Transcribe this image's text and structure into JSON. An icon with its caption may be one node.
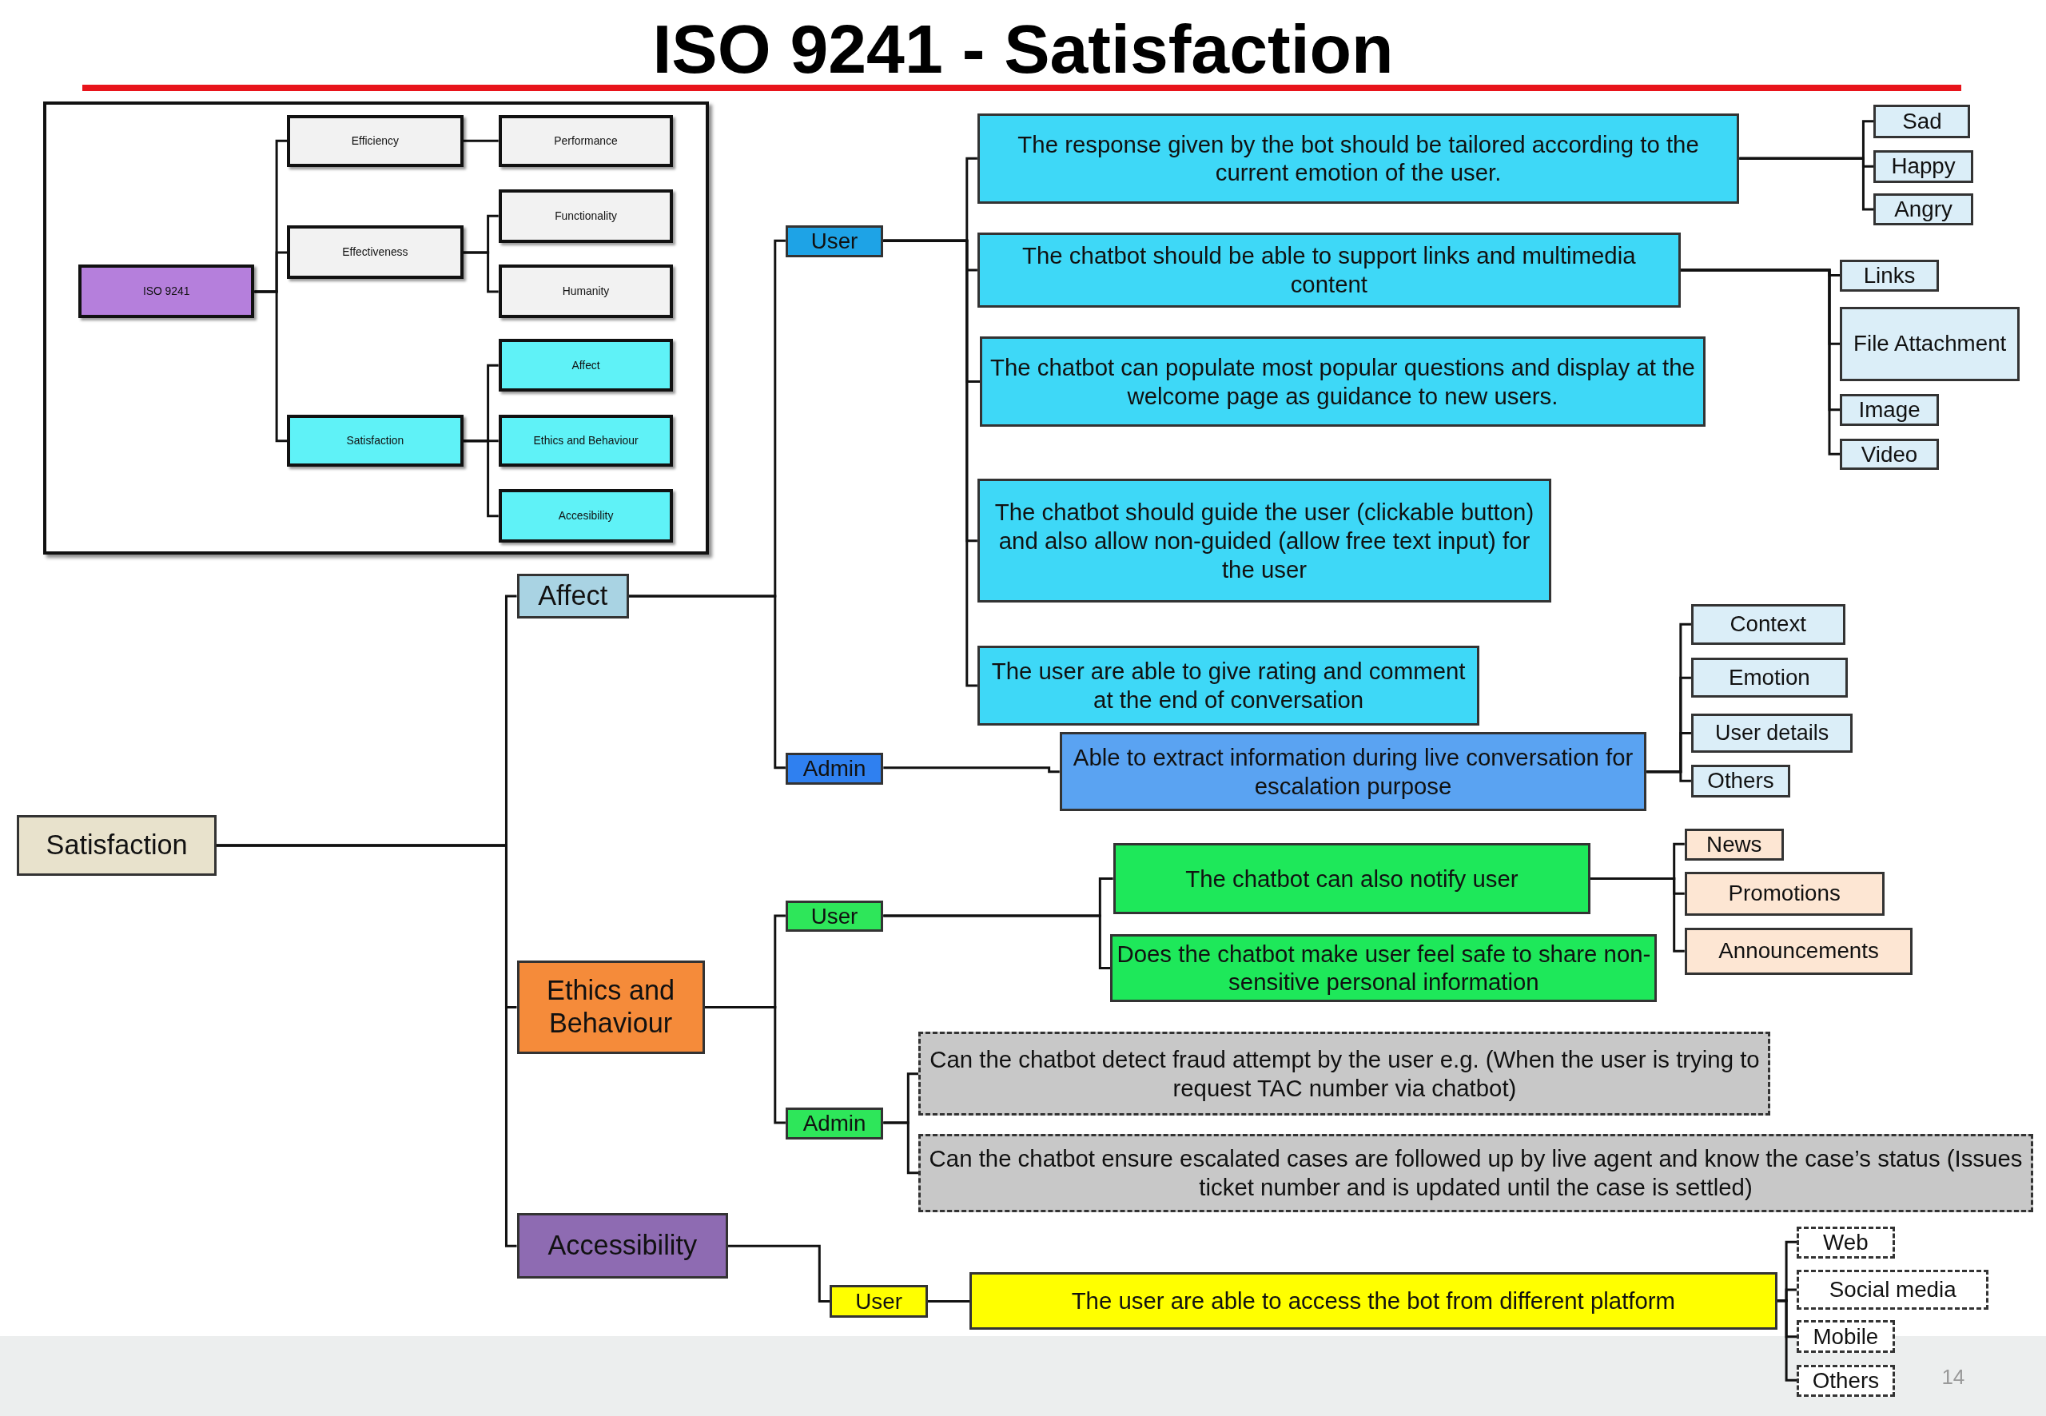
{
  "diagram": {
    "title": "ISO 9241 - Satisfaction",
    "nodes": [
      {
        "text": [],
        "shape": "box"
      },
      {
        "text": [
          "ISO 9241"
        ],
        "in": 0
      },
      {
        "text": [
          "Efficiency"
        ],
        "in": 0
      },
      {
        "text": [
          "Performance"
        ],
        "in": 0
      },
      {
        "text": [
          "Effectiveness"
        ],
        "in": 0
      },
      {
        "text": [
          "Functionality"
        ],
        "in": 0
      },
      {
        "text": [
          "Humanity"
        ],
        "in": 0
      },
      {
        "text": [
          "Satisfaction"
        ],
        "in": 0
      },
      {
        "text": [
          "Affect"
        ],
        "in": 0
      },
      {
        "text": [
          "Ethics and Behaviour"
        ],
        "in": 0
      },
      {
        "text": [
          "Accesibility"
        ],
        "in": 0
      },
      {
        "text": [
          "Satisfaction"
        ]
      },
      {
        "text": [
          "Affect"
        ]
      },
      {
        "text": [
          "Ethics and Behaviour"
        ]
      },
      {
        "text": [
          "Accessibility"
        ]
      },
      {
        "text": [
          "User"
        ]
      },
      {
        "text": [
          "Admin"
        ]
      },
      {
        "text": [
          "The response given by the bot should be tailored according to the current emotion of the user."
        ]
      },
      {
        "text": [
          "The chatbot should be able to support links and multimedia content"
        ]
      },
      {
        "text": [
          "The chatbot can populate most popular questions and display at the welcome page as guidance to new users."
        ]
      },
      {
        "text": [
          "The chatbot should guide the user (clickable button) and also allow non-guided (allow free text input) for the user"
        ]
      },
      {
        "text": [
          "The user are able to give rating and comment at the end of conversation"
        ]
      },
      {
        "text": [
          "Able to extract information during live conversation for escalation purpose"
        ]
      },
      {
        "text": [
          "Sad"
        ]
      },
      {
        "text": [
          "Happy"
        ]
      },
      {
        "text": [
          "Angry"
        ]
      },
      {
        "text": [
          "Links"
        ]
      },
      {
        "text": [
          "File Attachment"
        ]
      },
      {
        "text": [
          "Image"
        ]
      },
      {
        "text": [
          "Video"
        ]
      },
      {
        "text": [
          "Context"
        ]
      },
      {
        "text": [
          "Emotion"
        ]
      },
      {
        "text": [
          "User details"
        ]
      },
      {
        "text": [
          "Others"
        ]
      },
      {
        "text": [
          "User"
        ]
      },
      {
        "text": [
          "Admin"
        ]
      },
      {
        "text": [
          "The chatbot can also notify user"
        ]
      },
      {
        "text": [
          "Does the chatbot make user feel safe to share non-sensitive personal information"
        ]
      },
      {
        "text": [
          "News"
        ]
      },
      {
        "text": [
          "Promotions"
        ]
      },
      {
        "text": [
          "Announcements"
        ]
      },
      {
        "text": [
          "Can the chatbot detect fraud attempt by the user e.g. (When the user is trying to request TAC number via chatbot)"
        ]
      },
      {
        "text": [
          "Can the chatbot ensure escalated cases are followed up by live agent and know the case’s status (Issues ticket number and is updated until the case is settled)"
        ]
      },
      {
        "text": [
          "User"
        ]
      },
      {
        "text": [
          "The user are able to access the bot from different platform"
        ]
      },
      {
        "text": [
          "Web"
        ]
      },
      {
        "text": [
          "Social media"
        ]
      },
      {
        "text": [
          "Mobile"
        ]
      },
      {
        "text": [
          "Others"
        ]
      }
    ],
    "edges": [
      {
        "from": 1,
        "to": 2,
        "arrow": "none"
      },
      {
        "from": 1,
        "to": 4,
        "arrow": "none"
      },
      {
        "from": 1,
        "to": 7,
        "arrow": "none"
      },
      {
        "from": 2,
        "to": 3,
        "arrow": "none"
      },
      {
        "from": 4,
        "to": 5,
        "arrow": "none"
      },
      {
        "from": 4,
        "to": 6,
        "arrow": "none"
      },
      {
        "from": 7,
        "to": 8,
        "arrow": "none"
      },
      {
        "from": 7,
        "to": 9,
        "arrow": "none"
      },
      {
        "from": 7,
        "to": 10,
        "arrow": "none"
      },
      {
        "from": 11,
        "to": 12,
        "arrow": "none"
      },
      {
        "from": 11,
        "to": 13,
        "arrow": "none"
      },
      {
        "from": 11,
        "to": 14,
        "arrow": "none"
      },
      {
        "from": 12,
        "to": 15,
        "arrow": "none"
      },
      {
        "from": 12,
        "to": 16,
        "arrow": "none"
      },
      {
        "from": 15,
        "to": 17,
        "arrow": "none"
      },
      {
        "from": 15,
        "to": 18,
        "arrow": "none"
      },
      {
        "from": 15,
        "to": 19,
        "arrow": "none"
      },
      {
        "from": 15,
        "to": 20,
        "arrow": "none"
      },
      {
        "from": 15,
        "to": 21,
        "arrow": "none"
      },
      {
        "from": 16,
        "to": 22,
        "arrow": "none"
      },
      {
        "from": 17,
        "to": 23,
        "arrow": "none"
      },
      {
        "from": 17,
        "to": 24,
        "arrow": "none"
      },
      {
        "from": 17,
        "to": 25,
        "arrow": "none"
      },
      {
        "from": 18,
        "to": 26,
        "arrow": "none"
      },
      {
        "from": 18,
        "to": 27,
        "arrow": "none"
      },
      {
        "from": 18,
        "to": 28,
        "arrow": "none"
      },
      {
        "from": 18,
        "to": 29,
        "arrow": "none"
      },
      {
        "from": 22,
        "to": 30,
        "arrow": "none"
      },
      {
        "from": 22,
        "to": 31,
        "arrow": "none"
      },
      {
        "from": 22,
        "to": 32,
        "arrow": "none"
      },
      {
        "from": 22,
        "to": 33,
        "arrow": "none"
      },
      {
        "from": 13,
        "to": 34,
        "arrow": "none"
      },
      {
        "from": 13,
        "to": 35,
        "arrow": "none"
      },
      {
        "from": 34,
        "to": 36,
        "arrow": "none"
      },
      {
        "from": 34,
        "to": 37,
        "arrow": "none"
      },
      {
        "from": 36,
        "to": 38,
        "arrow": "none"
      },
      {
        "from": 36,
        "to": 39,
        "arrow": "none"
      },
      {
        "from": 36,
        "to": 40,
        "arrow": "none"
      },
      {
        "from": 35,
        "to": 41,
        "arrow": "none"
      },
      {
        "from": 35,
        "to": 42,
        "arrow": "none"
      },
      {
        "from": 14,
        "to": 43,
        "arrow": "none"
      },
      {
        "from": 43,
        "to": 44,
        "arrow": "none"
      },
      {
        "from": 44,
        "to": 45,
        "arrow": "none"
      },
      {
        "from": 44,
        "to": 46,
        "arrow": "none"
      },
      {
        "from": 44,
        "to": 47,
        "arrow": "none"
      },
      {
        "from": 44,
        "to": 48,
        "arrow": "none"
      }
    ],
    "labels": [
      "14"
    ]
  }
}
